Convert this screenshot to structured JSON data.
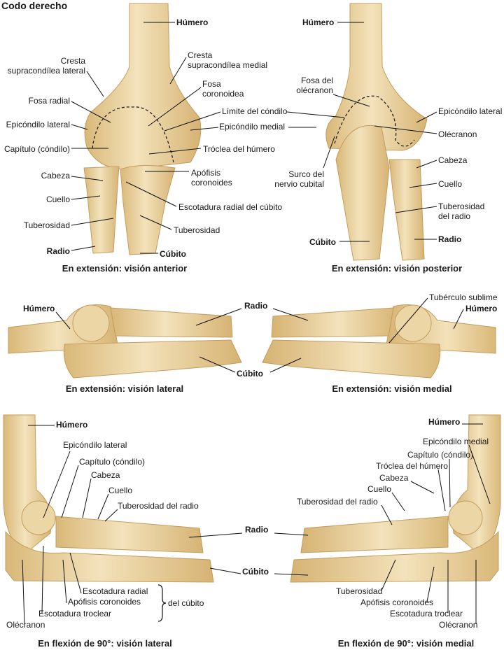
{
  "title": "Codo derecho",
  "colors": {
    "bone": "#e9d2a0",
    "bone_edge": "#c49d5e",
    "shadow": "#d4b47a",
    "text": "#1a1a1a"
  },
  "anterior": {
    "caption": "En extensión: visión anterior",
    "humero": "Húmero",
    "cresta_lateral": "Cresta\nsupracondílea lateral",
    "cresta_medial": "Cresta\nsupracondílea medial",
    "fosa_radial": "Fosa radial",
    "fosa_coronoidea": "Fosa\ncoronoidea",
    "limite_condilo": "Límite del cóndilo",
    "epicondilo_lateral": "Epicóndilo lateral",
    "epicondilo_medial": "Epicóndilo medial",
    "capitulo": "Capítulo (cóndilo)",
    "troclea": "Tróclea del húmero",
    "apofisis": "Apófisis\ncoronoides",
    "cabeza": "Cabeza",
    "escotadura_radial": "Escotadura radial del cúbito",
    "cuello": "Cuello",
    "tuberosidad_radio": "Tuberosidad",
    "tuberosidad_cubito": "Tuberosidad",
    "radio": "Radio",
    "cubito": "Cúbito"
  },
  "posterior": {
    "caption": "En extensión: visión posterior",
    "humero": "Húmero",
    "fosa_olecranon": "Fosa del\nolécranon",
    "epicondilo_lateral": "Epicóndilo lateral",
    "olecranon": "Olécranon",
    "surco": "Surco del\nnervio cubital",
    "cabeza": "Cabeza",
    "cuello": "Cuello",
    "tuberosidad": "Tuberosidad\ndel radio",
    "cubito": "Cúbito",
    "radio": "Radio"
  },
  "lateral_ext": {
    "caption": "En extensión: visión lateral",
    "humero": "Húmero"
  },
  "medial_ext": {
    "caption": "En extensión: visión medial",
    "humero": "Húmero",
    "tuberculo": "Tubérculo sublime"
  },
  "shared_ext": {
    "radio": "Radio",
    "cubito": "Cúbito"
  },
  "lateral_flex": {
    "caption": "En flexión de 90°: visión lateral",
    "humero": "Húmero",
    "epicondilo_lateral": "Epicóndilo lateral",
    "capitulo": "Capítulo (cóndilo)",
    "cabeza": "Cabeza",
    "cuello": "Cuello",
    "tuberosidad": "Tuberosidad del radio",
    "escotadura_radial": "Escotadura radial",
    "apofisis": "Apófisis coronoides",
    "escotadura_troclear": "Escotadura troclear",
    "olecranon": "Olécranon",
    "del_cubito": "del cúbito"
  },
  "shared_flex": {
    "radio": "Radio",
    "cubito": "Cúbito"
  },
  "medial_flex": {
    "caption": "En flexión de 90°: visión medial",
    "humero": "Húmero",
    "epicondilo_medial": "Epicóndilo medial",
    "capitulo": "Capítulo (cóndilo)",
    "troclea": "Tróclea del húmero",
    "cabeza": "Cabeza",
    "cuello": "Cuello",
    "tuberosidad_radio": "Tuberosidad del radio",
    "tuberosidad": "Tuberosidad",
    "apofisis": "Apófisis coronoides",
    "escotadura_troclear": "Escotadura troclear",
    "olecranon": "Olécranon"
  }
}
